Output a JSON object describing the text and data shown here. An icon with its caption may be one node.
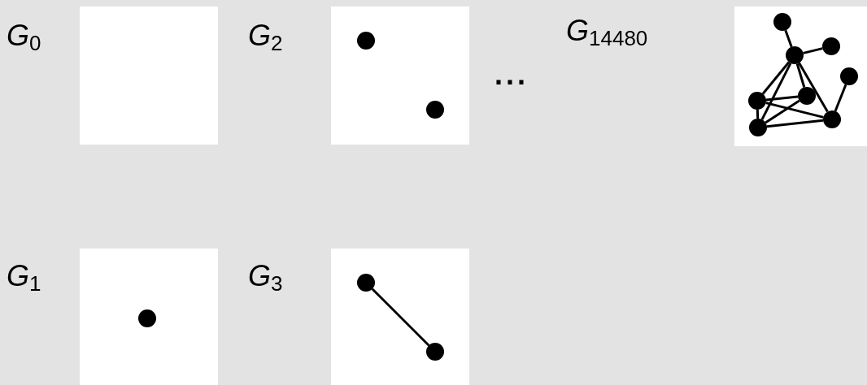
{
  "diagram": {
    "nodes": [
      {
        "text": [
          "*G*$_{0}$"
        ]
      },
      {
        "text": [
          "*G*$_{2}$"
        ]
      },
      {
        "text": [],
        "shape": "circle",
        "in": 1
      },
      {
        "text": [],
        "shape": "circle",
        "in": 1
      },
      {
        "text": [
          "*G*$_{14480}$"
        ]
      },
      {
        "text": [],
        "shape": "circle",
        "in": 4
      },
      {
        "text": [],
        "shape": "circle",
        "in": 4
      },
      {
        "text": [],
        "shape": "circle",
        "in": 4
      },
      {
        "text": [],
        "shape": "circle",
        "in": 4
      },
      {
        "text": [],
        "shape": "circle",
        "in": 4
      },
      {
        "text": [],
        "shape": "circle",
        "in": 4
      },
      {
        "text": [],
        "shape": "circle",
        "in": 4
      },
      {
        "text": [],
        "shape": "circle",
        "in": 4
      },
      {
        "text": [
          "*G*$_{1}$"
        ]
      },
      {
        "text": [],
        "shape": "circle",
        "in": 13
      },
      {
        "text": [
          "*G*$_{3}$"
        ]
      },
      {
        "text": [],
        "shape": "circle",
        "in": 15
      },
      {
        "text": [],
        "shape": "circle",
        "in": 15
      }
    ],
    "edges": [
      {
        "from": 5,
        "to": 6,
        "arrow": "none"
      },
      {
        "from": 6,
        "to": 7,
        "arrow": "none"
      },
      {
        "from": 6,
        "to": 9,
        "arrow": "none"
      },
      {
        "from": 6,
        "to": 12,
        "arrow": "none"
      },
      {
        "from": 6,
        "to": 10,
        "arrow": "none"
      },
      {
        "from": 6,
        "to": 11,
        "arrow": "none"
      },
      {
        "from": 8,
        "to": 11,
        "arrow": "none"
      },
      {
        "from": 9,
        "to": 10,
        "arrow": "none"
      },
      {
        "from": 9,
        "to": 11,
        "arrow": "none"
      },
      {
        "from": 9,
        "to": 12,
        "arrow": "none"
      },
      {
        "from": 10,
        "to": 12,
        "arrow": "none"
      },
      {
        "from": 12,
        "to": 11,
        "arrow": "none"
      },
      {
        "from": 16,
        "to": 17,
        "arrow": "none"
      }
    ],
    "labels": [
      "..."
    ]
  }
}
